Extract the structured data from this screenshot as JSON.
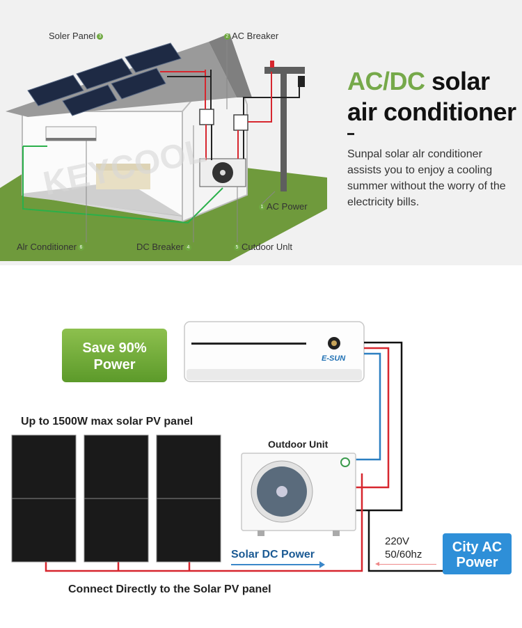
{
  "top": {
    "callouts": {
      "solar_panel": "Soler Panel",
      "ac_breaker": "AC Breaker",
      "ac_power": "AC Power",
      "air_conditioner": "Alr Conditioner",
      "dc_breaker": "DC Breaker",
      "outdoor_unit": "Cutdoor Unlt"
    },
    "numbers": {
      "solar_panel": "3",
      "ac_breaker": "2",
      "ac_power": "1",
      "air_conditioner": "6",
      "dc_breaker": "4",
      "outdoor_unit": "5"
    },
    "headline_green": "AC/DC",
    "headline_dark": " solar",
    "headline_line2": "air conditioner",
    "description": "Sunpal solar alr conditioner assists you to enjoy a cooling summer without the worry of the electricity bills.",
    "watermark": "KEYCOOL"
  },
  "bottom": {
    "save_badge": "Save 90% Power",
    "indoor_brand": "E-SUN",
    "pv_caption": "Up to 1500W max solar PV panel",
    "outdoor_unit_label": "Outdoor Unit",
    "solar_dc_power": "Solar DC Power",
    "voltage": "220V",
    "frequency": "50/60hz",
    "city_ac_power": "City AC Power",
    "connect_caption": "Connect Directly to the Solar PV panel"
  },
  "colors": {
    "accent_green": "#76a94a",
    "city_blue": "#2e8fd8",
    "wire_red": "#d7262e",
    "wire_blue": "#2b7fc1",
    "wire_black": "#111111"
  }
}
